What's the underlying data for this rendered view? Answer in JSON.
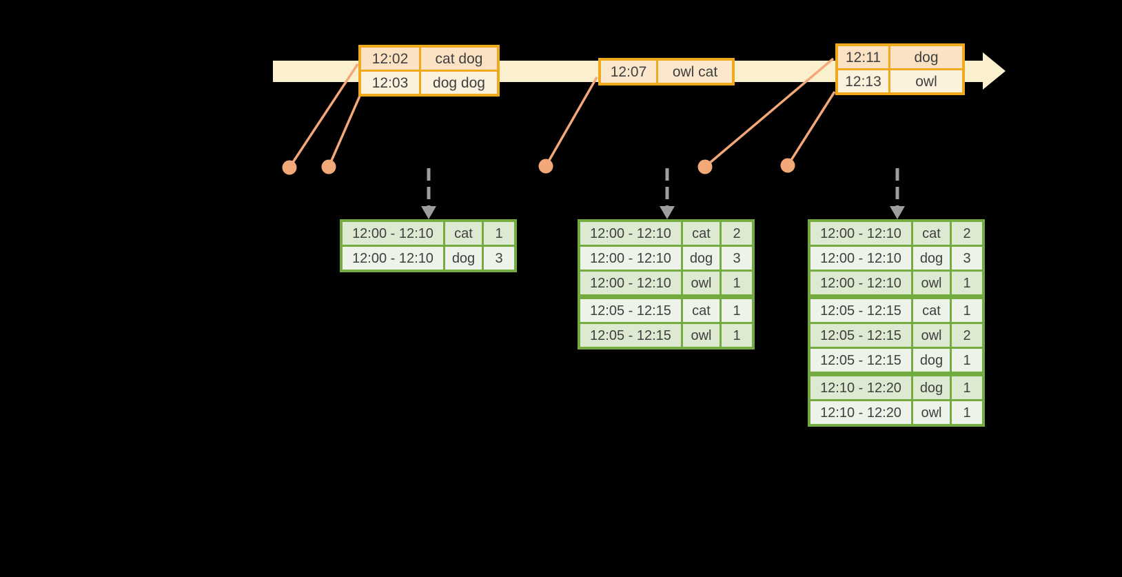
{
  "colors": {
    "background": "#000000",
    "timeline_fill": "#FAF0CE",
    "event_table_border": "#F0A81C",
    "event_row_dark": "#FAE2C2",
    "event_row_light": "#FCF1DC",
    "event_row_mid": "#FBE7CB",
    "connector_and_dots": "#F2A878",
    "result_table_border": "#74AB41",
    "result_row_dark": "#DEE9D2",
    "result_row_light": "#EEF3E9",
    "trigger_arrow": "#9E9E9E",
    "text": "#3F3F3F"
  },
  "icons": {
    "timeline_arrowhead": "block-arrow-right",
    "trigger_arrowhead": "dashed-arrow-down",
    "event_dot": "filled-circle"
  },
  "events": [
    {
      "rows": [
        {
          "time": "12:02",
          "words": "cat dog"
        },
        {
          "time": "12:03",
          "words": "dog dog"
        }
      ]
    },
    {
      "rows": [
        {
          "time": "12:07",
          "words": "owl cat"
        }
      ]
    },
    {
      "rows": [
        {
          "time": "12:11",
          "words": "dog"
        },
        {
          "time": "12:13",
          "words": "owl"
        }
      ]
    }
  ],
  "results": [
    {
      "rows": [
        {
          "window": "12:00 - 12:10",
          "word": "cat",
          "count": "1"
        },
        {
          "window": "12:00 - 12:10",
          "word": "dog",
          "count": "3"
        }
      ]
    },
    {
      "rows": [
        {
          "window": "12:00 - 12:10",
          "word": "cat",
          "count": "2"
        },
        {
          "window": "12:00 - 12:10",
          "word": "dog",
          "count": "3"
        },
        {
          "window": "12:00 - 12:10",
          "word": "owl",
          "count": "1"
        },
        {
          "window": "12:05 - 12:15",
          "word": "cat",
          "count": "1"
        },
        {
          "window": "12:05 - 12:15",
          "word": "owl",
          "count": "1"
        }
      ]
    },
    {
      "rows": [
        {
          "window": "12:00 - 12:10",
          "word": "cat",
          "count": "2"
        },
        {
          "window": "12:00 - 12:10",
          "word": "dog",
          "count": "3"
        },
        {
          "window": "12:00 - 12:10",
          "word": "owl",
          "count": "1"
        },
        {
          "window": "12:05 - 12:15",
          "word": "cat",
          "count": "1"
        },
        {
          "window": "12:05 - 12:15",
          "word": "owl",
          "count": "2"
        },
        {
          "window": "12:05 - 12:15",
          "word": "dog",
          "count": "1"
        },
        {
          "window": "12:10 - 12:20",
          "word": "dog",
          "count": "1"
        },
        {
          "window": "12:10 - 12:20",
          "word": "owl",
          "count": "1"
        }
      ]
    }
  ]
}
